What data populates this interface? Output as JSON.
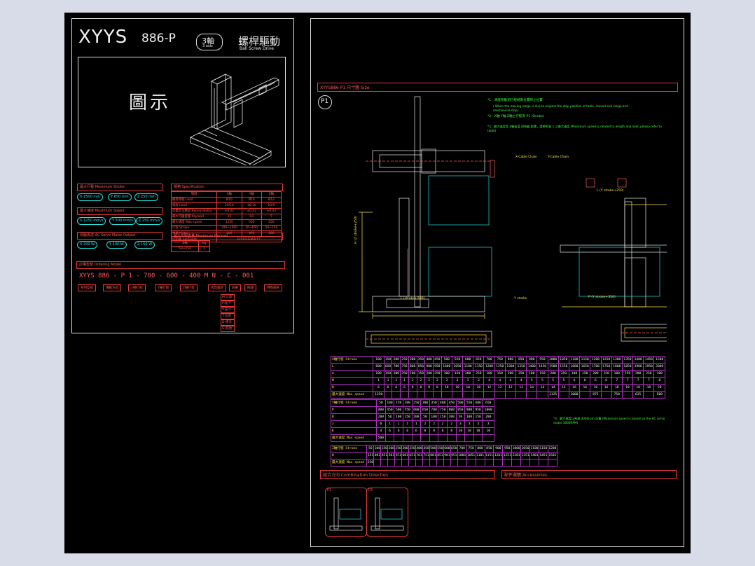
{
  "left_sheet": {
    "model": "XYYS",
    "model_code": "886-P",
    "axes_badge": "3軸",
    "axes_badge_sub": "3 axis",
    "title_cn": "螺桿驅動",
    "title_en": "Ball Screw Drive",
    "image_label": "圖示",
    "stroke_title": "最大行程 Maximum Stroke",
    "stroke_values": [
      {
        "axis": "X",
        "value": "1500 mm"
      },
      {
        "axis": "Y",
        "value": "650 mm"
      },
      {
        "axis": "Z",
        "value": "250 mm"
      }
    ],
    "speed_title": "最大速度 Maximum Speed",
    "speed_values": [
      {
        "axis": "X",
        "value": "1250 mm/s"
      },
      {
        "axis": "Y",
        "value": "500 mm/s"
      },
      {
        "axis": "Z",
        "value": "250 mm/s"
      }
    ],
    "motor_title": "伺服馬達 AC Servo Motor Output",
    "motor_values": [
      {
        "axis": "X",
        "value": "200 W"
      },
      {
        "axis": "Y",
        "value": "400 W"
      },
      {
        "axis": "Z",
        "value": "150 W"
      }
    ],
    "spec_title": "規格 Specification",
    "spec_headers": [
      "項目",
      "X軸",
      "Y軸",
      "Z軸"
    ],
    "spec_rows": [
      [
        "螺桿導程 Lead",
        "Ø16",
        "Ø16",
        "Ø12"
      ],
      [
        "導程 Lead",
        "16/10",
        "16/10",
        "10/5"
      ],
      [
        "反覆定位精度 Repeatability",
        "±0.02",
        "±0.02",
        "±0.02"
      ],
      [
        "最大可搬重量 Payload",
        "25",
        "10",
        "5"
      ],
      [
        "最大速度 Max speed",
        "1250",
        "500",
        "250"
      ],
      [
        "行程 Stroke",
        "100~1500",
        "50~650",
        "50~250"
      ],
      [
        "馬達 Motor",
        "200",
        "400",
        "150"
      ],
      [
        "控制器 Controller",
        "D-4XX,DSL6-FT",
        "",
        ""
      ]
    ],
    "payload_title": "最大可搬重量 Maximum Payload",
    "payload_rows": [
      [
        "Z軸",
        "kg"
      ],
      [
        "50~250",
        "5"
      ]
    ],
    "order_title": "訂購型號 Ordering Model",
    "order_code": "XYYS 886 - P   1 - 700 - 600 - 400   M  N - C - 001",
    "order_labels": [
      "系列型號",
      "傳動方式",
      "X軸行程",
      "Y軸行程",
      "Z軸行程",
      "馬達廠牌",
      "剎車",
      "拖鏈",
      "特殊規格"
    ],
    "order_options": [
      "M:三菱",
      "P:松下",
      "Y:安川",
      "T:台達",
      "D:東元",
      "G:其他"
    ]
  },
  "right_sheet": {
    "section_title": "XYYS886-P1 尺寸圖 Size",
    "circle_label": "P1",
    "notes": [
      "*1：滑座移動到行程極限位置時之位置",
      "( When the moving range is due to original the stop position of table, moved and range and mechanical stop)",
      "*2：X軸 Y軸 Z軸之行程為 P1 (Stroke)",
      "*3：最大速度受 X軸長度 與負載 影響，請參考表 1 之最大速度 (Maximum speed is related to length and load, please refer to table)"
    ],
    "dim_labels": {
      "top_l": "L (stroke+500)",
      "side_h": "H (Z stroke+250)",
      "cable1": "X-Cable Chain",
      "cable2": "Y-Cable Chain",
      "bottom_y": "Y stroke",
      "bottom_p": "P (Y stroke+350)",
      "top_y": "L (Y stroke+250)"
    },
    "table_x_header": "X軸行程 Stroke",
    "table_x_cols": [
      "100",
      "150",
      "200",
      "250",
      "300",
      "350",
      "400",
      "450",
      "500",
      "550",
      "600",
      "650",
      "700",
      "750",
      "800",
      "850",
      "900",
      "950",
      "1000",
      "1050",
      "1100",
      "1150",
      "1200",
      "1250",
      "1300",
      "1350",
      "1400",
      "1450",
      "1500"
    ],
    "table_x_rows": [
      {
        "label": "L",
        "values": [
          "600",
          "650",
          "700",
          "750",
          "800",
          "850",
          "900",
          "950",
          "1000",
          "1050",
          "1100",
          "1150",
          "1200",
          "1250",
          "1300",
          "1350",
          "1400",
          "1450",
          "1500",
          "1550",
          "1600",
          "1650",
          "1700",
          "1750",
          "1800",
          "1850",
          "1900",
          "1950",
          "2000"
        ]
      },
      {
        "label": "A",
        "values": [
          "100",
          "150",
          "200",
          "250",
          "100",
          "150",
          "200",
          "250",
          "100",
          "150",
          "200",
          "250",
          "100",
          "150",
          "200",
          "250",
          "100",
          "150",
          "200",
          "250",
          "100",
          "150",
          "200",
          "250",
          "100",
          "150",
          "200",
          "250",
          "100"
        ]
      },
      {
        "label": "M",
        "values": [
          "1",
          "1",
          "1",
          "1",
          "2",
          "2",
          "2",
          "2",
          "3",
          "3",
          "3",
          "3",
          "4",
          "4",
          "4",
          "4",
          "5",
          "5",
          "5",
          "5",
          "6",
          "6",
          "6",
          "6",
          "7",
          "7",
          "7",
          "7",
          "8"
        ]
      },
      {
        "label": "N",
        "values": [
          "6",
          "6",
          "6",
          "6",
          "8",
          "8",
          "8",
          "8",
          "10",
          "10",
          "10",
          "10",
          "12",
          "12",
          "12",
          "12",
          "14",
          "14",
          "14",
          "14",
          "16",
          "16",
          "16",
          "16",
          "18",
          "18",
          "18",
          "18",
          "20"
        ]
      },
      {
        "label": "最大速度 Max speed",
        "values": [
          "1250",
          "",
          "",
          "",
          "",
          "",
          "",
          "",
          "",
          "",
          "",
          "",
          "",
          "",
          "",
          "",
          "",
          "",
          "1125",
          "",
          "1000",
          "",
          "875",
          "",
          "750",
          "",
          "625",
          "",
          "500"
        ]
      }
    ],
    "table_y_header": "Y軸行程 Stroke",
    "table_y_cols": [
      "50",
      "100",
      "150",
      "200",
      "250",
      "300",
      "350",
      "400",
      "450",
      "500",
      "550",
      "600",
      "650"
    ],
    "table_y_rows": [
      {
        "label": "P",
        "values": [
          "400",
          "450",
          "500",
          "550",
          "600",
          "650",
          "700",
          "750",
          "800",
          "850",
          "900",
          "950",
          "1000"
        ]
      },
      {
        "label": "B",
        "values": [
          "200",
          "50",
          "100",
          "150",
          "200",
          "50",
          "100",
          "150",
          "200",
          "50",
          "100",
          "150",
          "200"
        ]
      },
      {
        "label": "I",
        "values": [
          "0",
          "1",
          "1",
          "1",
          "1",
          "2",
          "2",
          "2",
          "2",
          "3",
          "3",
          "3",
          "3"
        ]
      },
      {
        "label": "K",
        "values": [
          "4",
          "6",
          "6",
          "6",
          "6",
          "8",
          "8",
          "8",
          "8",
          "10",
          "10",
          "10",
          "10"
        ]
      },
      {
        "label": "最大速度 Max speed",
        "values": [
          "500",
          "",
          "",
          "",
          "",
          "",
          "",
          "",
          "",
          "",
          "",
          "",
          ""
        ]
      }
    ],
    "table_z_header": "Z軸行程 Stroke",
    "table_z_cols": [
      "50",
      "100",
      "150",
      "200",
      "250",
      "300",
      "350",
      "400",
      "450",
      "500",
      "550",
      "600",
      "650",
      "700",
      "750",
      "800",
      "850",
      "900",
      "950",
      "1000",
      "1050",
      "1100",
      "1150",
      "1200"
    ],
    "table_z_rows": [
      {
        "label": "H",
        "values": [
          "351",
          "401",
          "451",
          "501",
          "551",
          "601",
          "651",
          "701",
          "751",
          "801",
          "851",
          "901",
          "951",
          "1001",
          "1051",
          "1101",
          "1151",
          "1201",
          "1251",
          "1301",
          "1351",
          "1401",
          "1451",
          "1501"
        ]
      },
      {
        "label": "最大速度 Max speed",
        "values": [
          "250",
          "",
          "",
          "",
          "",
          "",
          "",
          "",
          "",
          "",
          "",
          "",
          "",
          "",
          "",
          "",
          "",
          "",
          "",
          "",
          "",
          "",
          "",
          ""
        ]
      }
    ],
    "speed_note": "*3：最大速度以馬達 3000rpm 計算 (Maximum speed is based on the AC servo motor 3000RPM)",
    "combination_title": "組合方向 Combination Direction",
    "accessories_title": "配件選購 Accessories",
    "combo_labels": [
      "P1",
      "P2"
    ]
  }
}
